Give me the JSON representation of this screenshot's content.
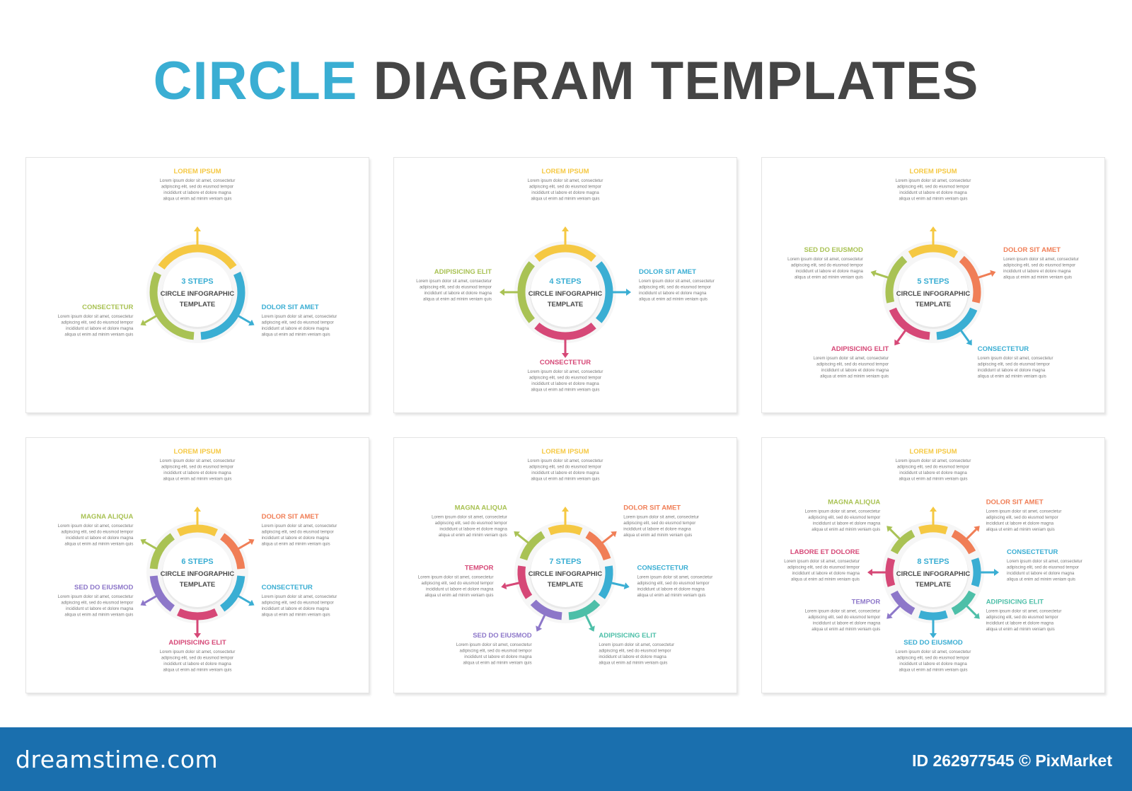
{
  "title": {
    "part1": "CIRCLE",
    "part2": "DIAGRAM TEMPLATES"
  },
  "colors": {
    "yellow": "#f5c842",
    "orange": "#f07e56",
    "blue": "#3aaed3",
    "teal": "#4dbfa8",
    "purple": "#8d77c9",
    "red": "#d64877",
    "olive": "#a9c254",
    "center_title": "#3aaed3"
  },
  "body_text": "Lorem ipsum dolor sit amet, consectetur adipiscing elit, sed do eiusmod tempor incididunt ut labore et dolore magna aliqua ut enim ad minim veniam quis",
  "diagrams": [
    {
      "steps_label": "3 STEPS",
      "center_line1": "CIRCLE INFOGRAPHIC",
      "center_line2": "TEMPLATE",
      "segments": [
        {
          "color": "yellow",
          "label": "LOREM IPSUM"
        },
        {
          "color": "blue",
          "label": "DOLOR SIT AMET"
        },
        {
          "color": "olive",
          "label": "CONSECTETUR"
        }
      ]
    },
    {
      "steps_label": "4 STEPS",
      "center_line1": "CIRCLE INFOGRAPHIC",
      "center_line2": "TEMPLATE",
      "segments": [
        {
          "color": "yellow",
          "label": "LOREM IPSUM"
        },
        {
          "color": "blue",
          "label": "DOLOR SIT AMET"
        },
        {
          "color": "red",
          "label": "CONSECTETUR"
        },
        {
          "color": "olive",
          "label": "ADIPISICING ELIT"
        }
      ]
    },
    {
      "steps_label": "5 STEPS",
      "center_line1": "CIRCLE INFOGRAPHIC",
      "center_line2": "TEMPLATE",
      "segments": [
        {
          "color": "yellow",
          "label": "LOREM IPSUM"
        },
        {
          "color": "orange",
          "label": "DOLOR SIT AMET"
        },
        {
          "color": "blue",
          "label": "CONSECTETUR"
        },
        {
          "color": "red",
          "label": "ADIPISICING ELIT"
        },
        {
          "color": "olive",
          "label": "SED DO EIUSMOD"
        }
      ]
    },
    {
      "steps_label": "6 STEPS",
      "center_line1": "CIRCLE INFOGRAPHIC",
      "center_line2": "TEMPLATE",
      "segments": [
        {
          "color": "yellow",
          "label": "LOREM IPSUM"
        },
        {
          "color": "orange",
          "label": "DOLOR SIT AMET"
        },
        {
          "color": "blue",
          "label": "CONSECTETUR"
        },
        {
          "color": "red",
          "label": "ADIPISICING ELIT"
        },
        {
          "color": "purple",
          "label": "SED DO EIUSMOD"
        },
        {
          "color": "olive",
          "label": "MAGNA ALIQUA"
        }
      ]
    },
    {
      "steps_label": "7 STEPS",
      "center_line1": "CIRCLE INFOGRAPHIC",
      "center_line2": "TEMPLATE",
      "segments": [
        {
          "color": "yellow",
          "label": "LOREM IPSUM"
        },
        {
          "color": "orange",
          "label": "DOLOR SIT AMET"
        },
        {
          "color": "blue",
          "label": "CONSECTETUR"
        },
        {
          "color": "teal",
          "label": "ADIPISICING ELIT"
        },
        {
          "color": "purple",
          "label": "SED DO EIUSMOD"
        },
        {
          "color": "red",
          "label": "TEMPOR"
        },
        {
          "color": "olive",
          "label": "MAGNA ALIQUA"
        }
      ]
    },
    {
      "steps_label": "8 STEPS",
      "center_line1": "CIRCLE INFOGRAPHIC",
      "center_line2": "TEMPLATE",
      "segments": [
        {
          "color": "yellow",
          "label": "LOREM IPSUM"
        },
        {
          "color": "orange",
          "label": "DOLOR SIT AMET"
        },
        {
          "color": "blue",
          "label": "CONSECTETUR"
        },
        {
          "color": "teal",
          "label": "ADIPISICING ELIT"
        },
        {
          "color": "blue",
          "label": "SED DO EIUSMOD"
        },
        {
          "color": "purple",
          "label": "TEMPOR"
        },
        {
          "color": "red",
          "label": "LABORE ET DOLORE"
        },
        {
          "color": "olive",
          "label": "MAGNA ALIQUA"
        }
      ]
    }
  ],
  "footer": {
    "brand": "dreamstime.com",
    "id_text": "ID 262977545 © PixMarket"
  }
}
